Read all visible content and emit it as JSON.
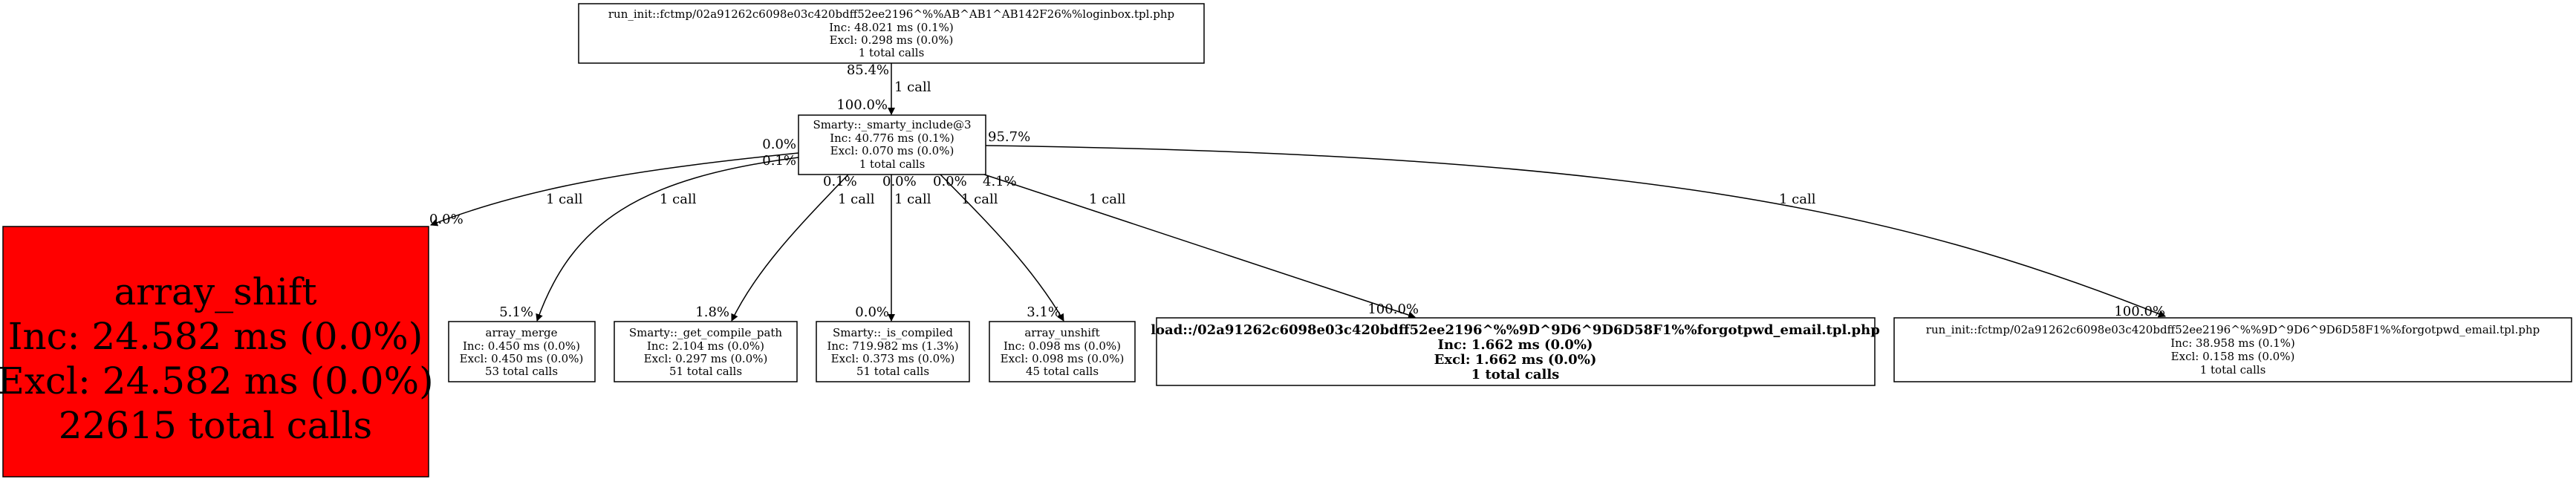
{
  "colors": {
    "hot_node": "#ff0000",
    "node_fill": "#ffffff",
    "stroke": "#000000"
  },
  "nodes": {
    "root": {
      "name": "run_init::fctmp/02a91262c6098e03c420bdff52ee2196^%%AB^AB1^AB142F26%%loginbox.tpl.php",
      "inc": "Inc: 48.021 ms (0.1%)",
      "excl": "Excl: 0.298 ms (0.0%)",
      "calls": "1 total calls"
    },
    "include": {
      "name": "Smarty::_smarty_include@3",
      "inc": "Inc: 40.776 ms (0.1%)",
      "excl": "Excl: 0.070 ms (0.0%)",
      "calls": "1 total calls"
    },
    "array_shift": {
      "name": "array_shift",
      "inc": "Inc: 24.582 ms (0.0%)",
      "excl": "Excl: 24.582 ms (0.0%)",
      "calls": "22615 total calls"
    },
    "array_merge": {
      "name": "array_merge",
      "inc": "Inc: 0.450 ms (0.0%)",
      "excl": "Excl: 0.450 ms (0.0%)",
      "calls": "53 total calls"
    },
    "get_compile_path": {
      "name": "Smarty::_get_compile_path",
      "inc": "Inc: 2.104 ms (0.0%)",
      "excl": "Excl: 0.297 ms (0.0%)",
      "calls": "51 total calls"
    },
    "is_compiled": {
      "name": "Smarty::_is_compiled",
      "inc": "Inc: 719.982 ms (1.3%)",
      "excl": "Excl: 0.373 ms (0.0%)",
      "calls": "51 total calls"
    },
    "array_unshift": {
      "name": "array_unshift",
      "inc": "Inc: 0.098 ms (0.0%)",
      "excl": "Excl: 0.098 ms (0.0%)",
      "calls": "45 total calls"
    },
    "load": {
      "name": "load::/02a91262c6098e03c420bdff52ee2196^%%9D^9D6^9D6D58F1%%forgotpwd_email.tpl.php",
      "inc": "Inc: 1.662 ms (0.0%)",
      "excl": "Excl: 1.662 ms (0.0%)",
      "calls": "1 total calls"
    },
    "run_init2": {
      "name": "run_init::fctmp/02a91262c6098e03c420bdff52ee2196^%%9D^9D6^9D6D58F1%%forgotpwd_email.tpl.php",
      "inc": "Inc: 38.958 ms (0.1%)",
      "excl": "Excl: 0.158 ms (0.0%)",
      "calls": "1 total calls"
    }
  },
  "edges": {
    "root_include": {
      "tail": "85.4%",
      "label": "1 call",
      "head": "100.0%"
    },
    "include_array_shift": {
      "tail": "0.0%",
      "label": "1 call",
      "head": "0.0%"
    },
    "include_array_merge": {
      "tail": "0.1%",
      "label": "1 call",
      "head": "5.1%"
    },
    "include_get_compile_path": {
      "tail": "0.1%",
      "label": "1 call",
      "head": "1.8%"
    },
    "include_is_compiled": {
      "tail": "0.0%",
      "label": "1 call",
      "head": "0.0%"
    },
    "include_array_unshift": {
      "tail": "0.0%",
      "label": "1 call",
      "head": "3.1%"
    },
    "include_load": {
      "tail": "4.1%",
      "label": "1 call",
      "head": "100.0%"
    },
    "include_run_init2": {
      "tail": "95.7%",
      "label": "1 call",
      "head": "100.0%"
    }
  }
}
